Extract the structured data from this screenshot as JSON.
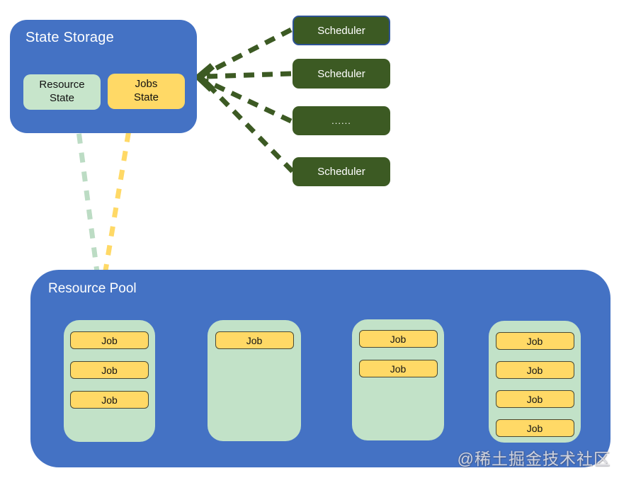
{
  "diagram": {
    "state_storage": {
      "title": "State Storage",
      "resource_state_label": "Resource State",
      "jobs_state_label": "Jobs State"
    },
    "schedulers": [
      {
        "label": "Scheduler"
      },
      {
        "label": "Scheduler"
      },
      {
        "label": "......"
      },
      {
        "label": "Scheduler"
      }
    ],
    "resource_pool": {
      "title": "Resource Pool",
      "nodes": [
        {
          "jobs": [
            "Job",
            "Job",
            "Job"
          ]
        },
        {
          "jobs": [
            "Job"
          ]
        },
        {
          "jobs": [
            "Job",
            "Job"
          ]
        },
        {
          "jobs": [
            "Job",
            "Job",
            "Job",
            "Job"
          ]
        }
      ]
    },
    "watermark": "@稀土掘金技术社区",
    "colors": {
      "group_blue": "#4472C4",
      "node_mint": "#C2E2C8",
      "chip_mint": "#C7E5CB",
      "chip_yellow": "#FFD966",
      "scheduler_green": "#3C5A23",
      "scheduler_first_border": "#2E5395",
      "connector_green_dash": "#3C5A23",
      "connector_mint_dash": "#BCDCC4",
      "connector_yellow_dash": "#FFD966"
    }
  }
}
